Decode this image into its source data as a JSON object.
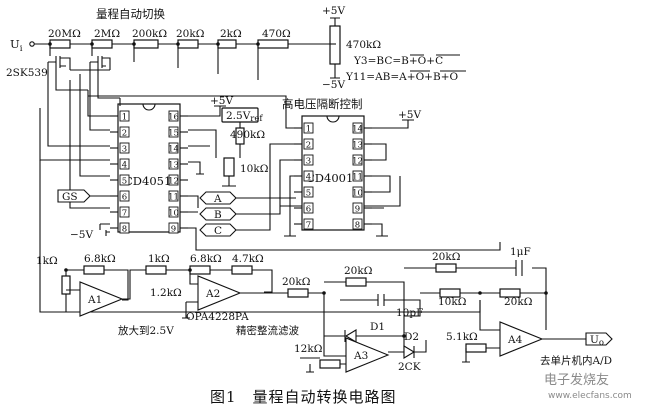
{
  "title": "量程自动切换",
  "input_label": "U",
  "input_sub": "i",
  "transistor_label": "2SK539",
  "range_resistors": [
    "20MΩ",
    "2MΩ",
    "200kΩ",
    "20kΩ",
    "2kΩ",
    "470Ω"
  ],
  "pot_470k": "470kΩ",
  "supply_pos": "+5V",
  "supply_neg": "−5V",
  "logic_y3": "Y3=BC=B+O+C",
  "logic_y11": "Y11=AB=A+O+B+O",
  "hv_title": "高电压隔断控制",
  "chip1": "CD4051",
  "chip2": "CD4001",
  "chip1_vdd": "+5V",
  "chip2_vdd": "+5V",
  "vref_label": "2.5V",
  "vref_sub": "ref",
  "res_490k": "490kΩ",
  "res_10k": "10kΩ",
  "gs_label": "GS",
  "neg5": "−5V",
  "abc": [
    "A",
    "B",
    "C"
  ],
  "chip1_left_pins": [
    "1",
    "2",
    "3",
    "4",
    "5",
    "6",
    "7",
    "8"
  ],
  "chip1_right_pins": [
    "16",
    "15",
    "14",
    "13",
    "12",
    "11",
    "10",
    "9"
  ],
  "chip2_left_pins": [
    "1",
    "2",
    "3",
    "4",
    "5",
    "6",
    "7"
  ],
  "chip2_right_pins": [
    "14",
    "13",
    "12",
    "11",
    "10",
    "9",
    "8"
  ],
  "amp_res": [
    "1kΩ",
    "6.8kΩ",
    "1kΩ",
    "6.8kΩ",
    "4.7kΩ",
    "1.2kΩ",
    "20kΩ",
    "20kΩ",
    "20kΩ",
    "10kΩ",
    "20kΩ",
    "12kΩ",
    "5.1kΩ"
  ],
  "cap_1u": "1μF",
  "cap_10p": "10pF",
  "op": [
    "A1",
    "A2",
    "A3",
    "A4"
  ],
  "opa_label": "OPA4228PA",
  "amp_note": "放大到2.5V",
  "rect_note": "精密整流滤波",
  "diodes": [
    "D1",
    "D2"
  ],
  "diode_type": "2CK",
  "output_label": "U",
  "output_sub": "o",
  "output_note": "去单片机内A/D",
  "caption": "图1　量程自动转换电路图",
  "watermark": "电子发烧友",
  "watermark_url": "www.elecfans.com"
}
